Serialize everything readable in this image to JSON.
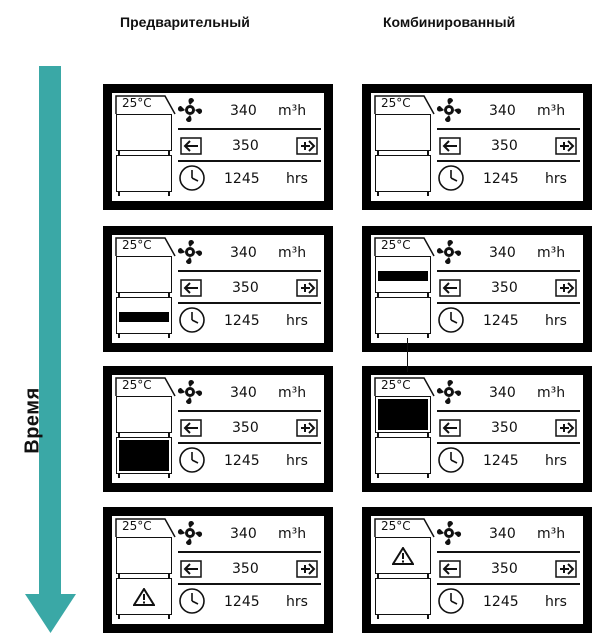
{
  "columns": {
    "preliminary": "Предварительный",
    "combined": "Комбинированный"
  },
  "axis_label": "Время",
  "display": {
    "temperature": "25°C",
    "airflow_value": "340",
    "airflow_unit": "m3h",
    "setpoint_value": "350",
    "hours_value": "1245",
    "hours_unit": "hrs"
  },
  "colors": {
    "arrow": "#3aa8a6",
    "frame": "#000000"
  },
  "icons": [
    "fan-icon",
    "minus-arrow-icon",
    "plus-arrow-icon",
    "clock-icon",
    "warning-icon"
  ],
  "states": {
    "preliminary": [
      {
        "upper": "empty",
        "lower": "empty"
      },
      {
        "upper": "empty",
        "lower": "band"
      },
      {
        "upper": "empty",
        "lower": "full"
      },
      {
        "upper": "empty",
        "lower": "warning"
      }
    ],
    "combined": [
      {
        "upper": "empty",
        "lower": "empty"
      },
      {
        "upper": "band",
        "lower": "empty"
      },
      {
        "upper": "full",
        "lower": "empty"
      },
      {
        "upper": "warning",
        "lower": "empty"
      }
    ]
  }
}
